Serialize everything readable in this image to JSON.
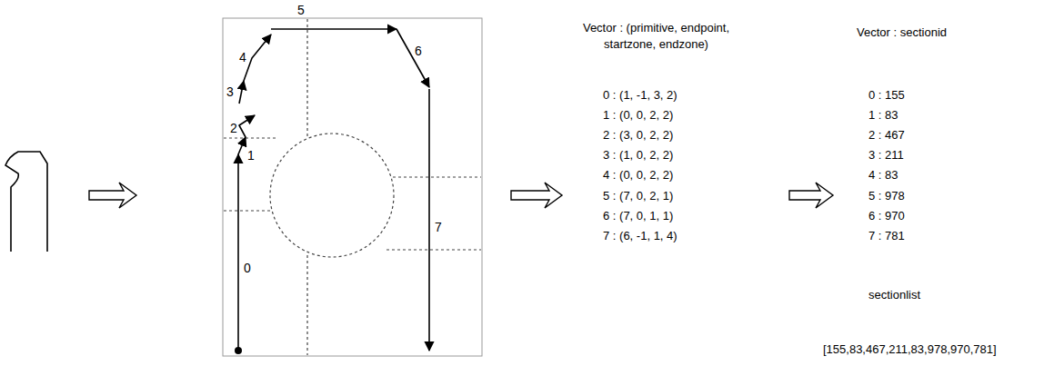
{
  "diagram": {
    "labels": [
      "0",
      "1",
      "2",
      "3",
      "4",
      "5",
      "6",
      "7",
      "Vector : (primitive, endpoint, startzone, endzone)",
      "0 : (1, -1, 3, 2)",
      "1 : (0, 0, 2, 2)",
      "2 : (3, 0, 2, 2)",
      "3 : (1, 0, 2, 2)",
      "4 : (0, 0, 2, 2)",
      "5 : (7, 0, 2, 1)",
      "6 : (7, 0, 1, 1)",
      "7 : (6, -1, 1, 4)",
      "Vector : sectionid",
      "0 : 155",
      "1 : 83",
      "2 : 467",
      "3 : 211",
      "4 : 83",
      "5 : 978",
      "6 : 970",
      "7 : 781",
      "sectionlist",
      "[155,83,467,211,83,978,970,781]"
    ]
  }
}
